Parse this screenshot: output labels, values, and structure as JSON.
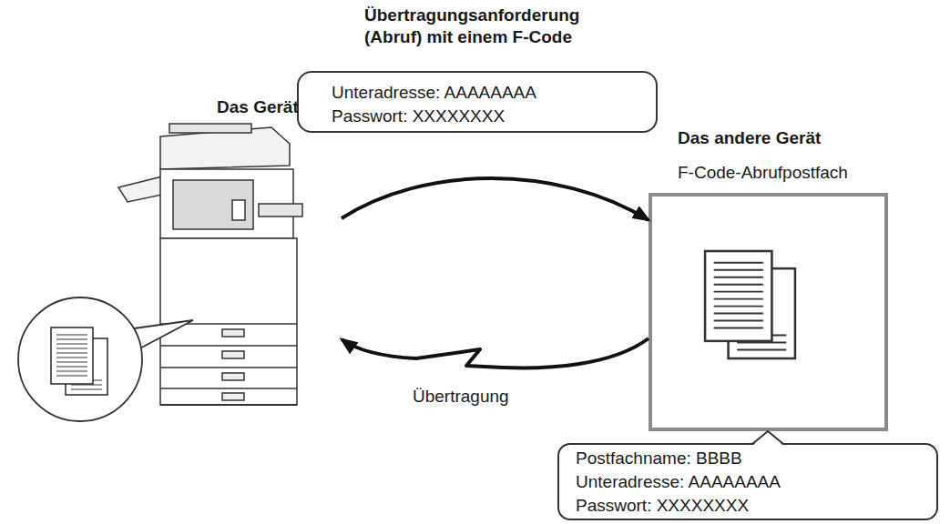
{
  "diagram": {
    "nodes": [
      {
        "text": [
          "Übertragungsanforderung (Abruf) mit einem F-Code",
          "Unteradresse: AAAAAAAA",
          "Passwort: XXXXXXXX"
        ]
      },
      {
        "text": [
          "Das Gerät"
        ]
      },
      {
        "text": [
          "Das andere Gerät",
          "F-Code-Abrufpostfach"
        ]
      },
      {
        "text": [
          "Postfachname: BBBB",
          "Unteradresse: AAAAAAAA",
          "Passwort: XXXXXXXX"
        ]
      }
    ],
    "edges": [
      {
        "from": 1,
        "to": 2,
        "arrow": "to"
      },
      {
        "from": 2,
        "to": 1,
        "arrow": "to",
        "label": "Übertragung"
      }
    ]
  }
}
